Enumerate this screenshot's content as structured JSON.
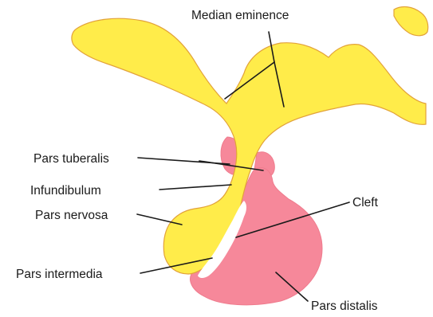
{
  "diagram": {
    "labels": {
      "median_eminence": "Median eminence",
      "pars_tuberalis": "Pars tuberalis",
      "infundibulum": "Infundibulum",
      "pars_nervosa": "Pars nervosa",
      "pars_intermedia": "Pars intermedia",
      "cleft": "Cleft",
      "pars_distalis": "Pars distalis"
    },
    "colors": {
      "neural_tissue": "#ffec4a",
      "neural_outline": "#e2a23a",
      "glandular_tissue": "#f6889a",
      "cleft": "#ffffff",
      "text": "#1a1a1a"
    }
  }
}
